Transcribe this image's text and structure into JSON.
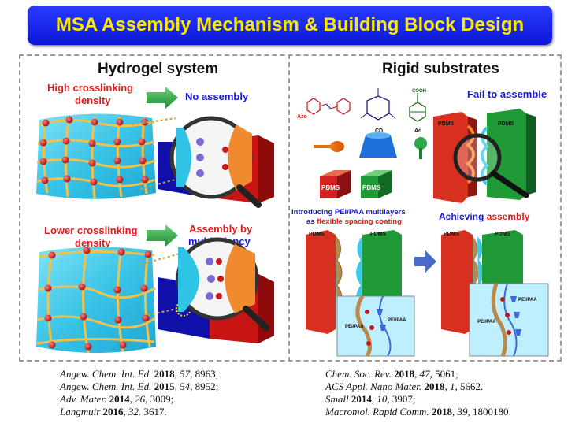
{
  "title": "MSA Assembly Mechanism & Building Block Design",
  "left_panel": {
    "heading": "Hydrogel system",
    "high_line1": "High crosslinking",
    "high_line2": "density",
    "high_result": "No assembly",
    "low_line1": "Lower crosslinking",
    "low_line2": "density",
    "low_result_1": "Assembly by",
    "low_result_2": "multivalency"
  },
  "right_panel": {
    "heading": "Rigid substrates",
    "fail_label": "Fail to assemble",
    "molecules": [
      "Azo",
      "CD",
      "Ad"
    ],
    "cooh": "COOH",
    "pdms": "PDMS",
    "intro_line1": "Introducing PEI/PAA multilayers",
    "intro_line2_prefix": "as ",
    "intro_line2_highlight": "flexible spacing coating",
    "achieving_prefix": "Achieving ",
    "achieving_highlight": "assembly",
    "pei_paa": "PEI/PAA",
    "pei_paa_short": "PEI/PAA"
  },
  "references_left": [
    {
      "journal": "Angew. Chem. Int. Ed.",
      "year": "2018",
      "vol": "57",
      "page": "8963;"
    },
    {
      "journal": "Angew. Chem. Int. Ed.",
      "year": "2015",
      "vol": "54",
      "page": "8952;"
    },
    {
      "journal": "Adv. Mater.",
      "year": "2014",
      "vol": "26",
      "page": "3009;"
    },
    {
      "journal": "Langmuir",
      "year": "2016",
      "vol": "32.",
      "page": "3617."
    }
  ],
  "references_right": [
    {
      "journal": "Chem. Soc. Rev.",
      "year": "2018",
      "vol": "47",
      "page": "5061;"
    },
    {
      "journal": "ACS Appl. Nano Mater.",
      "year": "2018",
      "vol": "1",
      "page": "5662."
    },
    {
      "journal": "Small",
      "year": "2014",
      "vol": "10",
      "page": "3907;"
    },
    {
      "journal": "Macromol. Rapid Comm.",
      "year": "2018",
      "vol": "39",
      "page": "1800180."
    }
  ],
  "colors": {
    "banner": "#1a2af0",
    "title_text": "#ffe800",
    "red_text": "#e51a1a",
    "blue_text": "#1a1ad8",
    "arrow_green": "#2fa84a",
    "gel_blue": "#3ec8e8",
    "node_red": "#c81818",
    "strand_yellow": "#f2c14a"
  }
}
